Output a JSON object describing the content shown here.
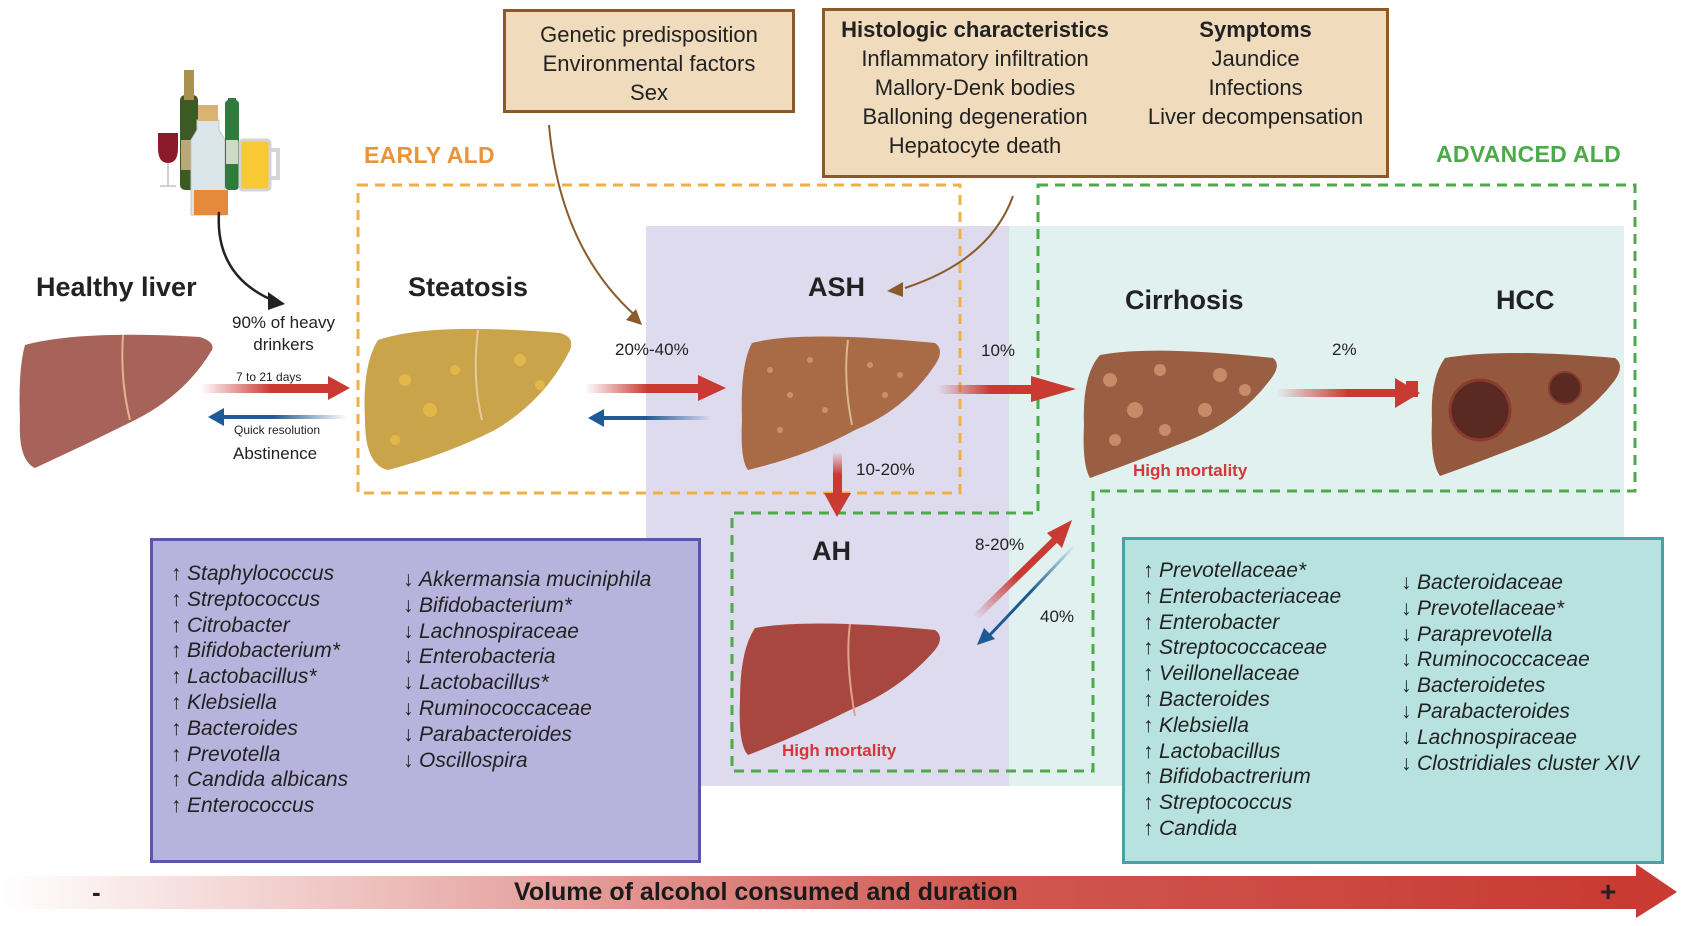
{
  "factors_box": {
    "lines": [
      "Genetic predisposition",
      "Environmental factors",
      "Sex"
    ]
  },
  "characteristics_box": {
    "histologic": {
      "title": "Histologic characteristics",
      "items": [
        "Inflammatory infiltration",
        "Mallory-Denk bodies",
        "Balloning degeneration",
        "Hepatocyte death"
      ]
    },
    "symptoms": {
      "title": "Symptoms",
      "items": [
        "Jaundice",
        "Infections",
        "Liver decompensation"
      ]
    }
  },
  "zones": {
    "early": "EARLY ALD",
    "advanced": "ADVANCED ALD"
  },
  "stages": {
    "healthy": "Healthy liver",
    "steatosis": "Steatosis",
    "ash": "ASH",
    "ah": "AH",
    "cirrhosis": "Cirrhosis",
    "hcc": "HCC"
  },
  "transitions": {
    "heavy_drinkers": [
      "90% of heavy",
      "drinkers"
    ],
    "days": "7 to 21 days",
    "quick_resolution": "Quick resolution",
    "abstinence": "Abstinence",
    "steatosis_to_ash": "20%-40%",
    "ash_to_cirrhosis": "10%",
    "cirrhosis_to_hcc": "2%",
    "ash_to_ah": "10-20%",
    "ah_to_cirrhosis": "8-20%",
    "ah_reverse": "40%"
  },
  "mortality_label": "High mortality",
  "early_microbiota": {
    "increased": [
      "Staphylococcus",
      "Streptococcus",
      "Citrobacter",
      "Bifidobacterium*",
      "Lactobacillus*",
      "Klebsiella",
      "Bacteroides",
      "Prevotella",
      "Candida albicans",
      "Enterococcus"
    ],
    "decreased": [
      "Akkermansia  muciniphila",
      "Bifidobacterium*",
      "Lachnospiraceae",
      "Enterobacteria",
      "Lactobacillus*",
      "Ruminococcaceae",
      "Parabacteroides",
      "Oscillospira"
    ]
  },
  "advanced_microbiota": {
    "increased": [
      "Prevotellaceae*",
      "Enterobacteriaceae",
      "Enterobacter",
      "Streptococcaceae",
      "Veillonellaceae",
      "Bacteroides",
      "Klebsiella",
      "Lactobacillus",
      "Bifidobactrerium",
      "Streptococcus",
      "Candida"
    ],
    "decreased": [
      "Bacteroidaceae",
      "Prevotellaceae*",
      "Paraprevotella",
      "Ruminococcaceae",
      "Bacteroidetes",
      "Parabacteroides",
      "Lachnospiraceae",
      "Clostridiales cluster XIV"
    ]
  },
  "gradient_bar": {
    "label": "Volume of alcohol consumed and duration",
    "min_symbol": "-",
    "max_symbol": "+"
  },
  "symbols": {
    "up": "↑",
    "down": "↓"
  },
  "icons": {
    "drinks": "alcohol-drinks-icon",
    "livers": [
      "healthy-liver-icon",
      "steatotic-liver-icon",
      "ash-liver-icon",
      "ah-liver-icon",
      "cirrhotic-liver-icon",
      "hcc-liver-icon"
    ]
  },
  "colors": {
    "progression_arrow": "#c83a32",
    "regression_arrow": "#1f5a96",
    "early_zone": "#e8943a",
    "advanced_zone": "#4caa48",
    "mortality": "#d2373a"
  }
}
